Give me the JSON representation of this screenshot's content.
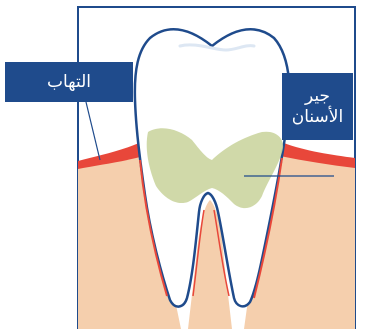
{
  "labels": {
    "inflammation": "التهاب",
    "tartar_line1": "جير",
    "tartar_line2": "الأسنان"
  },
  "colors": {
    "gum": "#f5cfad",
    "inflamed_gum_edge": "#e8473a",
    "tooth_fill": "#ffffff",
    "tooth_outline": "#1f4b8c",
    "tartar": "#c8d29a",
    "label_background": "#1f4b8c",
    "frame": "#1f4b8c"
  }
}
